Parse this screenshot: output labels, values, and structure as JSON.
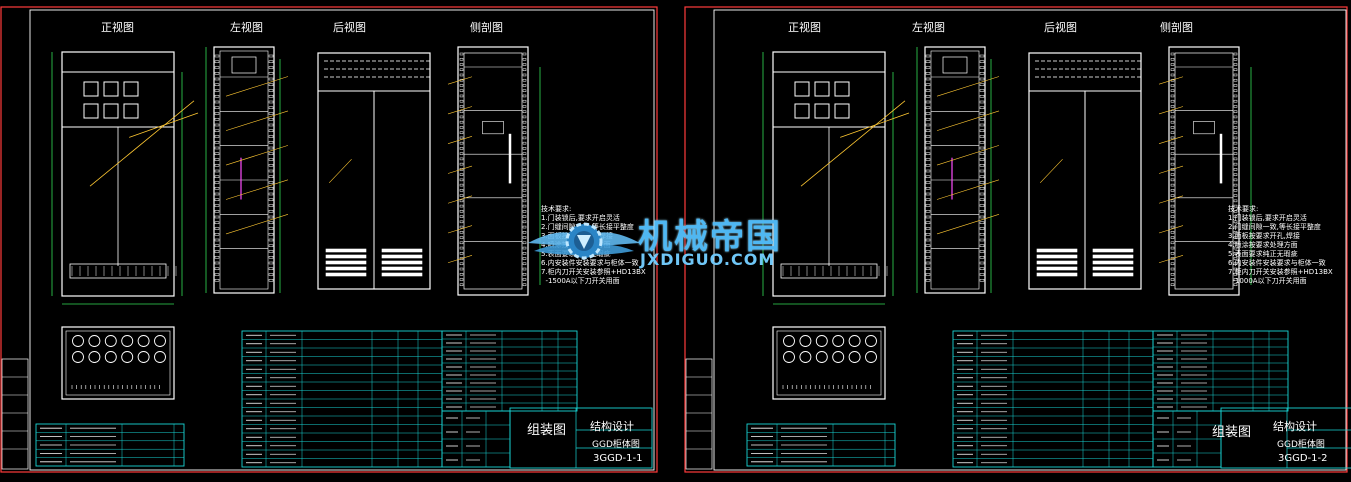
{
  "sheets": [
    {
      "views": [
        "正视图",
        "左视图",
        "后视图",
        "侧剖图"
      ],
      "tech_notes": "技术要求:\n1.门装锁后,要求开启灵活\n2.门缝间隙一致,等长接平整度\n3.面板按要求开孔,焊接\n4.喷涂按要求处理方面\n5.表面要求纯正无瑕疵\n6.内安装件安装要求与柜体一致\n7.柜内刀开关安装参照+HD13BX\n  -1500A以下刀开关用面",
      "title_block": {
        "drawing_name": "组装图",
        "company": "结构设计",
        "product": "GGD柜体图",
        "drawing_no": "3GGD-1-1"
      }
    },
    {
      "views": [
        "正视图",
        "左视图",
        "后视图",
        "侧剖图"
      ],
      "tech_notes": "技术要求:\n1.门装锁后,要求开启灵活\n2.门缝间隙一致,等长接平整度\n3.面板按要求开孔,焊接\n4.喷涂按要求处理方面\n5.表面要求纯正无瑕疵\n6.内安装件安装要求与柜体一致\n7.柜内刀开关安装参照+HD13BX\n  -1000A以下刀开关用面",
      "title_block": {
        "drawing_name": "组装图",
        "company": "结构设计",
        "product": "GGD柜体图",
        "drawing_no": "3GGD-1-2"
      }
    }
  ],
  "watermark": {
    "cn": "机械帝国",
    "en": "JXDIGUO.COM"
  },
  "colors": {
    "background": "#000000",
    "frame": "#ff3b3b",
    "line": "#ffffff",
    "dim": "#33dd55",
    "leader": "#ffc832",
    "table": "#19d5d5",
    "magenta": "#ff4dff",
    "watermark": "#4fb7f2"
  }
}
